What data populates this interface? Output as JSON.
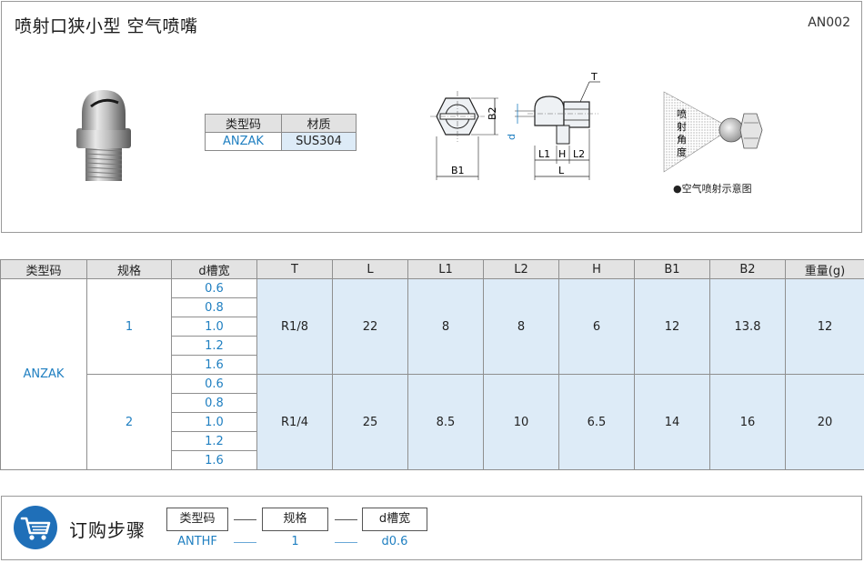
{
  "header": {
    "title": "喷射口狭小型  空气喷嘴",
    "code": "AN002"
  },
  "material_table": {
    "headers": [
      "类型码",
      "材质"
    ],
    "row": [
      "ANZAK",
      "SUS304"
    ]
  },
  "drawing_labels": {
    "T": "T",
    "B2": "B2",
    "d": "d",
    "B1": "B1",
    "L1": "L1",
    "H": "H",
    "L2": "L2",
    "L": "L"
  },
  "spray": {
    "angle_label": [
      "喷",
      "射",
      "角",
      "度"
    ],
    "caption": "●空气喷射示意图"
  },
  "spec_table": {
    "headers": [
      "类型码",
      "规格",
      "d槽宽",
      "T",
      "L",
      "L1",
      "L2",
      "H",
      "B1",
      "B2",
      "重量(g)"
    ],
    "type_code": "ANZAK",
    "groups": [
      {
        "spec": "1",
        "widths": [
          "0.6",
          "0.8",
          "1.0",
          "1.2",
          "1.6"
        ],
        "T": "R1/8",
        "L": "22",
        "L1": "8",
        "L2": "8",
        "H": "6",
        "B1": "12",
        "B2": "13.8",
        "weight": "12"
      },
      {
        "spec": "2",
        "widths": [
          "0.6",
          "0.8",
          "1.0",
          "1.2",
          "1.6"
        ],
        "T": "R1/4",
        "L": "25",
        "L1": "8.5",
        "L2": "10",
        "H": "6.5",
        "B1": "14",
        "B2": "16",
        "weight": "20"
      }
    ]
  },
  "order": {
    "title": "订购步骤",
    "steps": [
      "类型码",
      "规格",
      "d槽宽"
    ],
    "example": [
      "ANTHF",
      "1",
      "d0.6"
    ],
    "colors": {
      "accent": "#1f6fb8",
      "blue_text": "#1f7fc1",
      "cell_fill": "#ddebf7"
    }
  }
}
